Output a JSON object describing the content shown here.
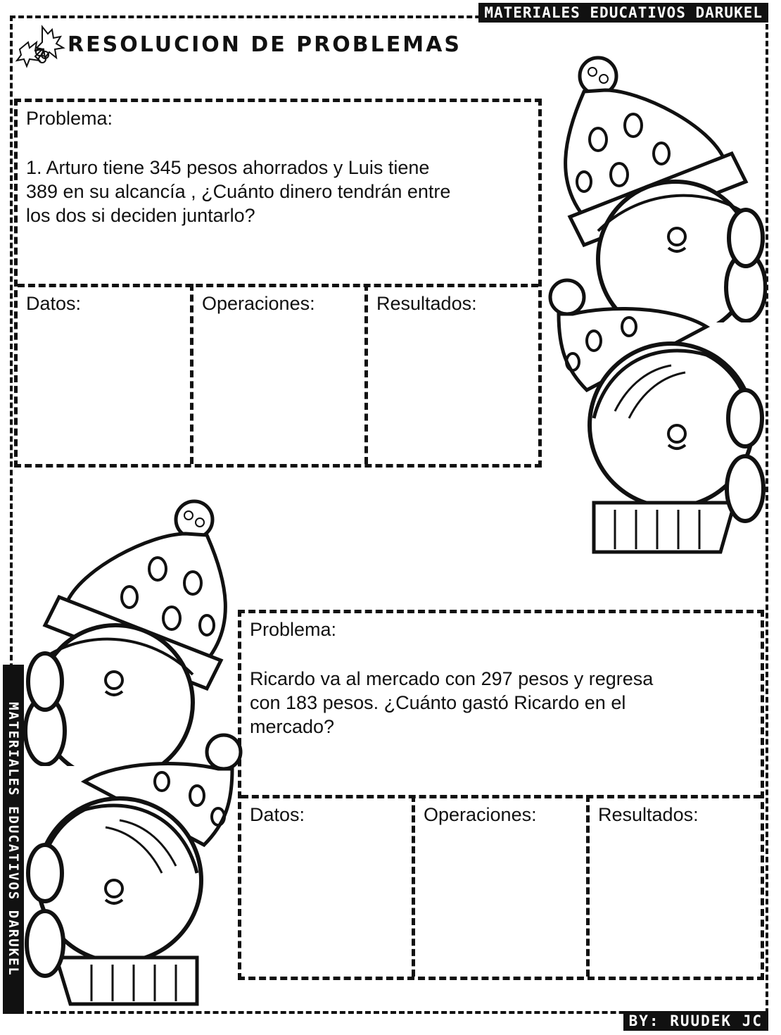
{
  "branding": {
    "top": "MATERIALES EDUCATIVOS DARUKEL",
    "side": "MATERIALES EDUCATIVOS DARUKEL",
    "bottom": "BY: RUUDEK JC"
  },
  "title": "RESOLUCION DE PROBLEMAS",
  "problems": [
    {
      "label": "Problema:",
      "text_lines": [
        "1. Arturo  tiene 345 pesos ahorrados y Luis tiene",
        "389 en su alcancía , ¿Cuánto dinero tendrán entre",
        "los dos si deciden juntarlo?"
      ],
      "columns": [
        "Datos:",
        "Operaciones:",
        "Resultados:"
      ]
    },
    {
      "label": "Problema:",
      "text_lines": [
        "Ricardo va al mercado con 297 pesos y regresa",
        "con 183 pesos. ¿Cuánto gastó Ricardo en el",
        "mercado?"
      ],
      "columns": [
        "Datos:",
        "Operaciones:",
        "Resultados:"
      ]
    }
  ],
  "icons": [
    "holly-icon",
    "elf-boy-icon",
    "elf-girl-icon"
  ]
}
